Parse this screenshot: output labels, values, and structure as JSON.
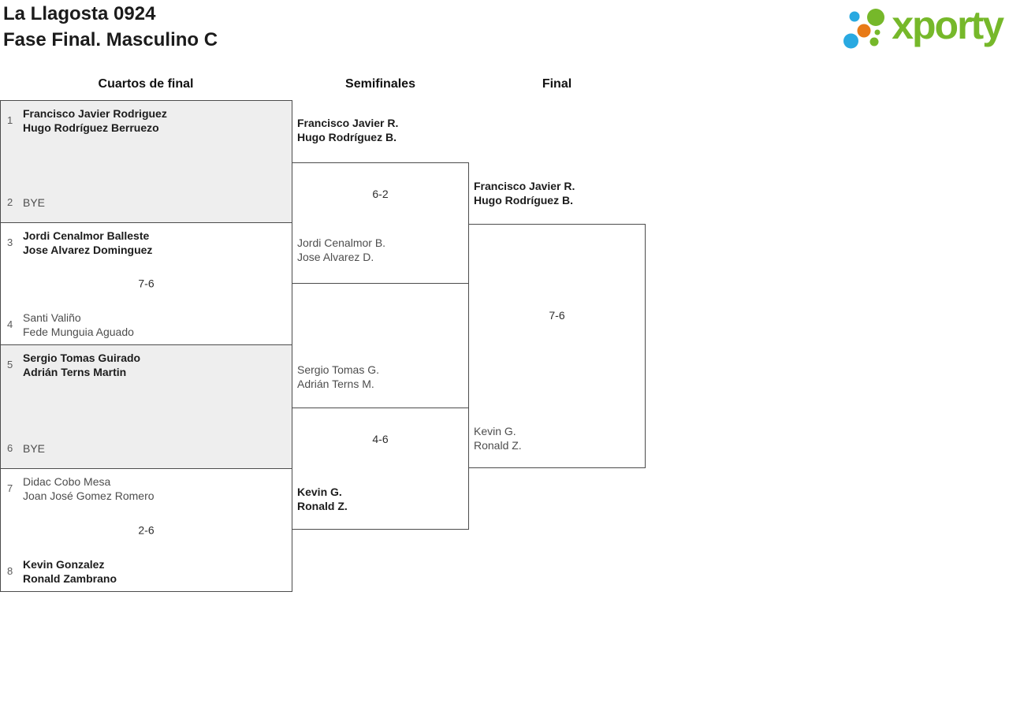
{
  "header": {
    "title_line1": "La Llagosta 0924",
    "title_line2": "Fase Final. Masculino C",
    "logo_text": "xporty",
    "logo_colors": {
      "green": "#76b82a",
      "blue": "#29a9e1",
      "orange": "#e87a17"
    }
  },
  "columns": [
    "Cuartos de final",
    "Semifinales",
    "Final"
  ],
  "bracket": {
    "quarterfinals": [
      {
        "seed_top": "1",
        "team_top": [
          "Francisco Javier Rodriguez",
          "Hugo Rodríguez Berruezo"
        ],
        "top_winner": true,
        "score": "",
        "seed_bottom": "2",
        "team_bottom": [
          "BYE"
        ],
        "bottom_winner": false
      },
      {
        "seed_top": "3",
        "team_top": [
          "Jordi Cenalmor Balleste",
          "Jose Alvarez Dominguez"
        ],
        "top_winner": true,
        "score": "7-6",
        "seed_bottom": "4",
        "team_bottom": [
          "Santi Valiño",
          "Fede Munguia Aguado"
        ],
        "bottom_winner": false
      },
      {
        "seed_top": "5",
        "team_top": [
          "Sergio Tomas Guirado",
          "Adrián Terns Martin"
        ],
        "top_winner": true,
        "score": "",
        "seed_bottom": "6",
        "team_bottom": [
          "BYE"
        ],
        "bottom_winner": false
      },
      {
        "seed_top": "7",
        "team_top": [
          "Didac Cobo Mesa",
          "Joan José Gomez Romero"
        ],
        "top_winner": false,
        "score": "2-6",
        "seed_bottom": "8",
        "team_bottom": [
          "Kevin Gonzalez",
          "Ronald Zambrano"
        ],
        "bottom_winner": true
      }
    ],
    "semifinals": [
      {
        "team_top": [
          "Francisco Javier R.",
          "Hugo Rodríguez B."
        ],
        "top_winner": true,
        "score": "6-2",
        "team_bottom": [
          "Jordi Cenalmor B.",
          "Jose Alvarez D."
        ],
        "bottom_winner": false
      },
      {
        "team_top": [
          "Sergio Tomas G.",
          "Adrián Terns M."
        ],
        "top_winner": false,
        "score": "4-6",
        "team_bottom": [
          "Kevin G.",
          "Ronald Z."
        ],
        "bottom_winner": true
      }
    ],
    "final": {
      "team_top": [
        "Francisco Javier R.",
        "Hugo Rodríguez B."
      ],
      "top_winner": true,
      "score": "7-6",
      "team_bottom": [
        "Kevin G.",
        "Ronald Z."
      ],
      "bottom_winner": false
    }
  }
}
